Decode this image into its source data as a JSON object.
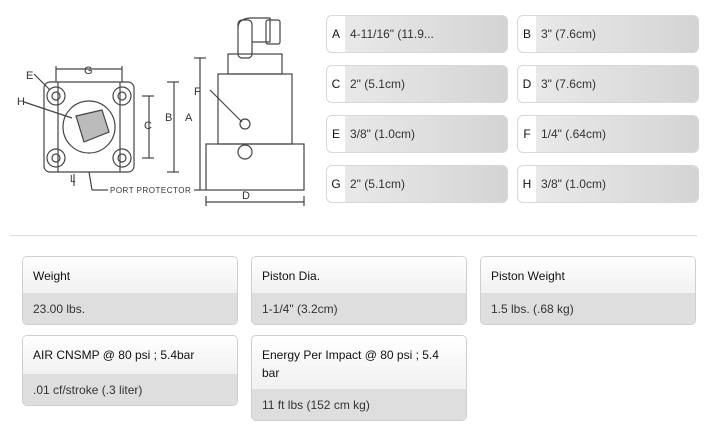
{
  "drawing": {
    "labels": {
      "A": "A",
      "B": "B",
      "C": "C",
      "D": "D",
      "E": "E",
      "F": "F",
      "G": "G",
      "H": "H"
    },
    "port_protector": "PORT PROTECTOR"
  },
  "dimensions": [
    {
      "letter": "A",
      "value": "4-11/16\"  (11.9..."
    },
    {
      "letter": "B",
      "value": "3\"  (7.6cm)"
    },
    {
      "letter": "C",
      "value": "2\"  (5.1cm)"
    },
    {
      "letter": "D",
      "value": "3\"  (7.6cm)"
    },
    {
      "letter": "E",
      "value": "3/8\"  (1.0cm)"
    },
    {
      "letter": "F",
      "value": "1/4\"  (.64cm)"
    },
    {
      "letter": "G",
      "value": "2\"  (5.1cm)"
    },
    {
      "letter": "H",
      "value": "3/8\"  (1.0cm)"
    }
  ],
  "specs": [
    {
      "label": "Weight",
      "value": "23.00 lbs."
    },
    {
      "label": "Piston Dia.",
      "value": "1-1/4\" (3.2cm)"
    },
    {
      "label": "Piston Weight",
      "value": "1.5 lbs. (.68 kg)"
    },
    {
      "label": "AIR CNSMP @ 80 psi ; 5.4bar",
      "value": ".01 cf/stroke (.3 liter)"
    },
    {
      "label": "Energy Per Impact @ 80 psi ; 5.4 bar",
      "value": "11 ft lbs (152 cm kg)"
    }
  ]
}
